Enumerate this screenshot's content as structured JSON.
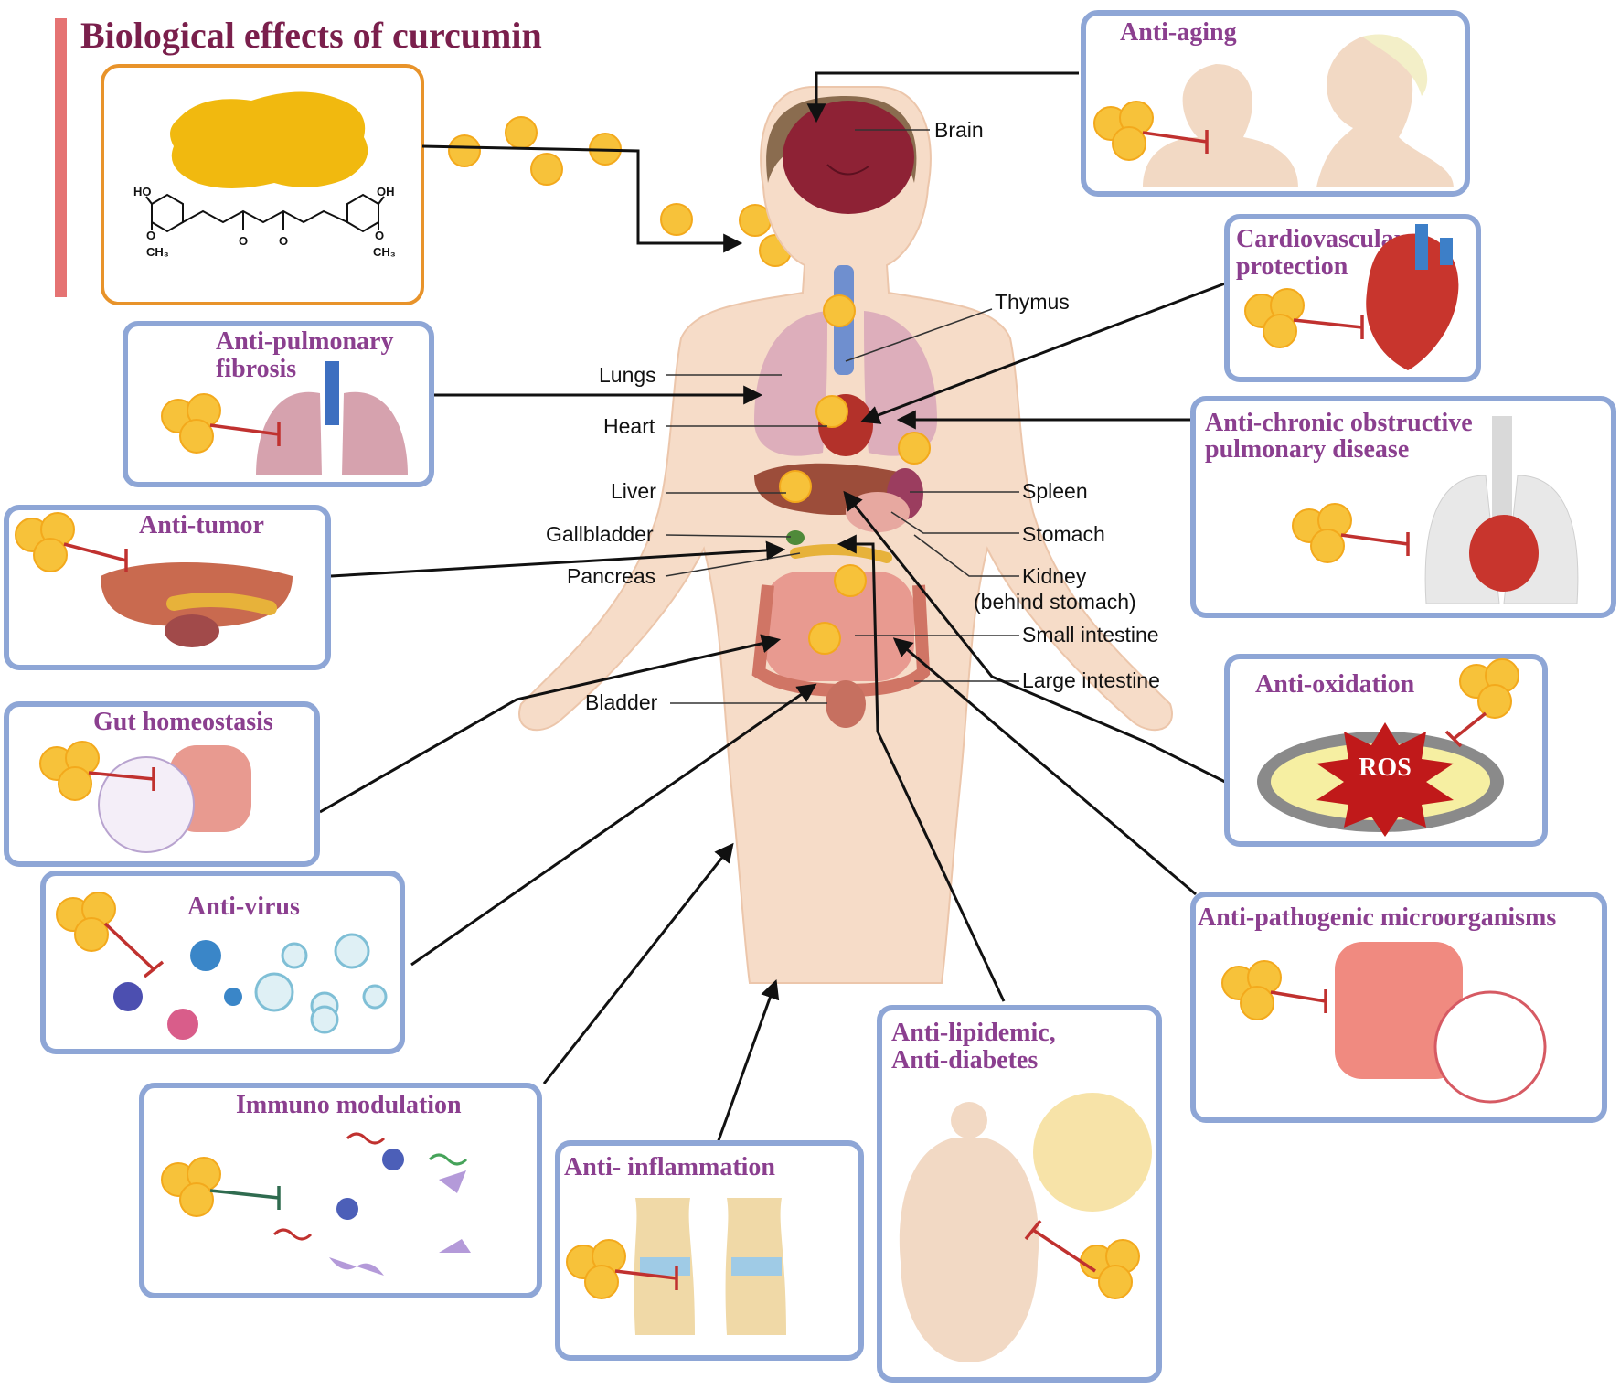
{
  "title": "Biological effects of curcumin",
  "molecule": {
    "labels": [
      "HO",
      "OH",
      "O",
      "O",
      "O",
      "O",
      "CH₃",
      "CH₃"
    ]
  },
  "organs": [
    "Brain",
    "Thymus",
    "Lungs",
    "Heart",
    "Liver",
    "Spleen",
    "Gallbladder",
    "Stomach",
    "Pancreas",
    "Kidney",
    "(behind stomach)",
    "Small intestine",
    "Large intestine",
    "Bladder"
  ],
  "effects": {
    "anti_aging": "Anti-aging",
    "cardio_1": "Cardiovascular",
    "cardio_2": "protection",
    "copd_1": "Anti-chronic obstructive",
    "copd_2": "pulmonary disease",
    "pulm_1": "Anti-pulmonary",
    "pulm_2": "fibrosis",
    "tumor": "Anti-tumor",
    "gut": "Gut homeostasis",
    "virus": "Anti-virus",
    "immuno": "Immuno modulation",
    "inflam": "Anti- inflammation",
    "lipid_1": "Anti-lipidemic,",
    "lipid_2": "Anti-diabetes",
    "pathogen": "Anti-pathogenic microorganisms",
    "oxidation": "Anti-oxidation",
    "ros": "ROS"
  },
  "colors": {
    "title": "#7a1f4c",
    "effect_title": "#8b3f8f",
    "box_border": "#8ea6d6",
    "curcumin": "#f7c23a",
    "inhibit": "#c0312f",
    "accent_bar": "#e57373"
  }
}
